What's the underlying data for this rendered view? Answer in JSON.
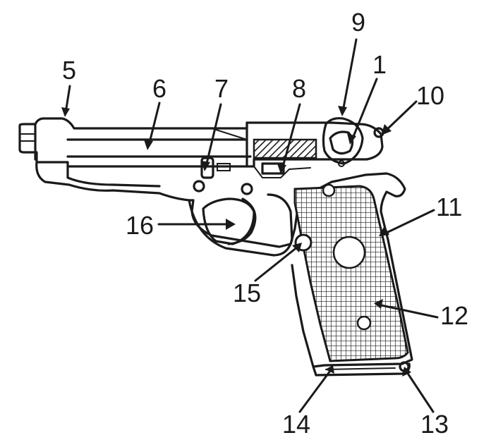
{
  "callouts": {
    "n1": "1",
    "n5": "5",
    "n6": "6",
    "n7": "7",
    "n8": "8",
    "n9": "9",
    "n10": "10",
    "n11": "11",
    "n12": "12",
    "n13": "13",
    "n14": "14",
    "n15": "15",
    "n16": "16"
  },
  "colors": {
    "ink": "#1a1a1a",
    "background": "#ffffff"
  }
}
